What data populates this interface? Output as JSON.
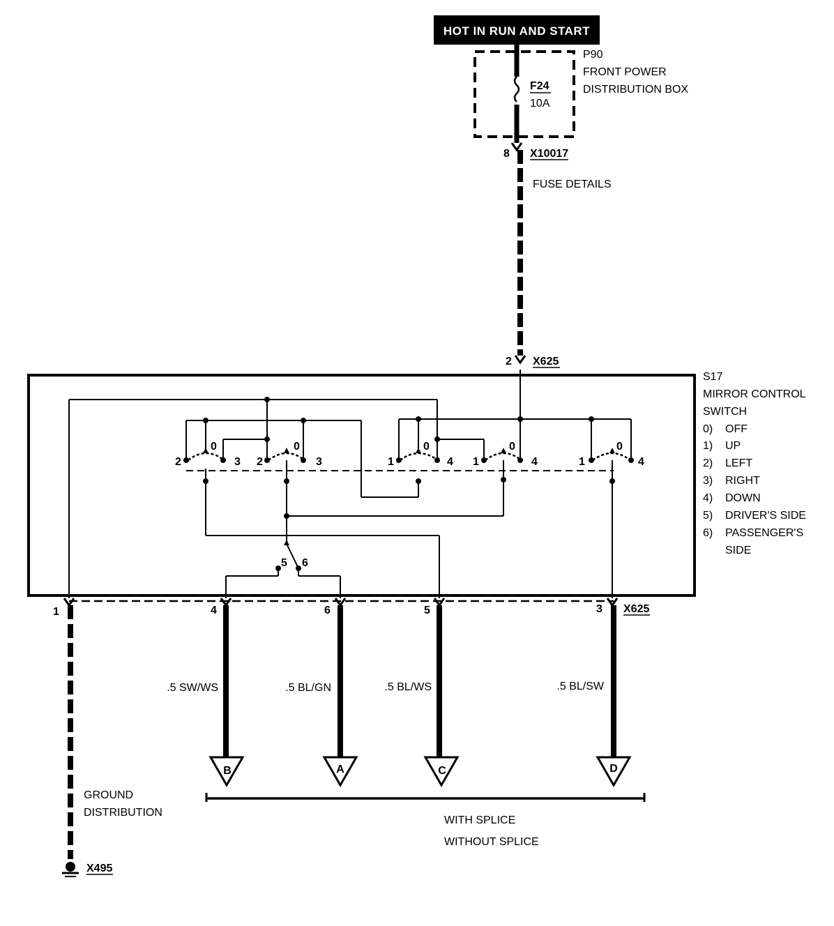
{
  "header": {
    "power_label": "HOT IN RUN AND START"
  },
  "power_box": {
    "id": "P90",
    "name_line1": "FRONT POWER",
    "name_line2": "DISTRIBUTION BOX",
    "fuse_id": "F24",
    "fuse_rating": "10A"
  },
  "connectors": {
    "top": {
      "pin": "8",
      "id": "X10017"
    },
    "switch_in": {
      "pin": "2",
      "id": "X625"
    },
    "switch_out_id": "X625",
    "ground_id": "X495"
  },
  "fuse_details_label": "FUSE DETAILS",
  "switch": {
    "id": "S17",
    "name_line1": "MIRROR CONTROL",
    "name_line2": "SWITCH",
    "legend": [
      {
        "num": "0)",
        "text": "OFF"
      },
      {
        "num": "1)",
        "text": "UP"
      },
      {
        "num": "2)",
        "text": "LEFT"
      },
      {
        "num": "3)",
        "text": "RIGHT"
      },
      {
        "num": "4)",
        "text": "DOWN"
      },
      {
        "num": "5)",
        "text": "DRIVER'S SIDE"
      },
      {
        "num": "6)",
        "text": "PASSENGER'S"
      },
      {
        "num": "",
        "text": "SIDE"
      }
    ],
    "contact_labels": {
      "g1": [
        "2",
        "0",
        "3"
      ],
      "g2": [
        "2",
        "0",
        "3"
      ],
      "g3": [
        "1",
        "0",
        "4"
      ],
      "g4": [
        "1",
        "0",
        "4"
      ],
      "g5": [
        "1",
        "0",
        "4"
      ],
      "selector": [
        "5",
        "6"
      ]
    }
  },
  "output_pins": [
    "1",
    "4",
    "6",
    "5",
    "3"
  ],
  "wires": [
    {
      "size_color": ".5 SW/WS",
      "terminal": "B"
    },
    {
      "size_color": ".5 BL/GN",
      "terminal": "A"
    },
    {
      "size_color": ".5 BL/WS",
      "terminal": "C"
    },
    {
      "size_color": ".5 BL/SW",
      "terminal": "D"
    }
  ],
  "ground": {
    "line1": "GROUND",
    "line2": "DISTRIBUTION"
  },
  "splice": {
    "with": "WITH SPLICE",
    "without": "WITHOUT SPLICE"
  }
}
